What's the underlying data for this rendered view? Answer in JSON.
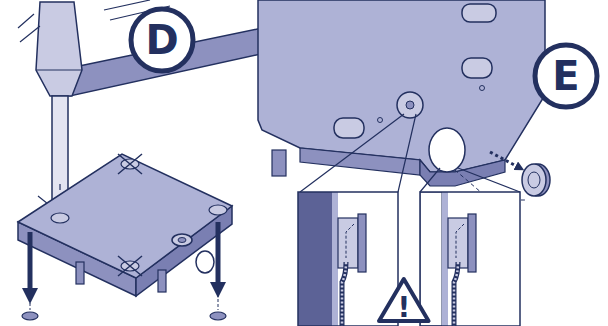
{
  "diagram": {
    "nodes": [
      {
        "text": [
          "D"
        ]
      },
      {
        "text": [
          "E"
        ]
      },
      {
        "text": [
          "!"
        ]
      }
    ]
  }
}
